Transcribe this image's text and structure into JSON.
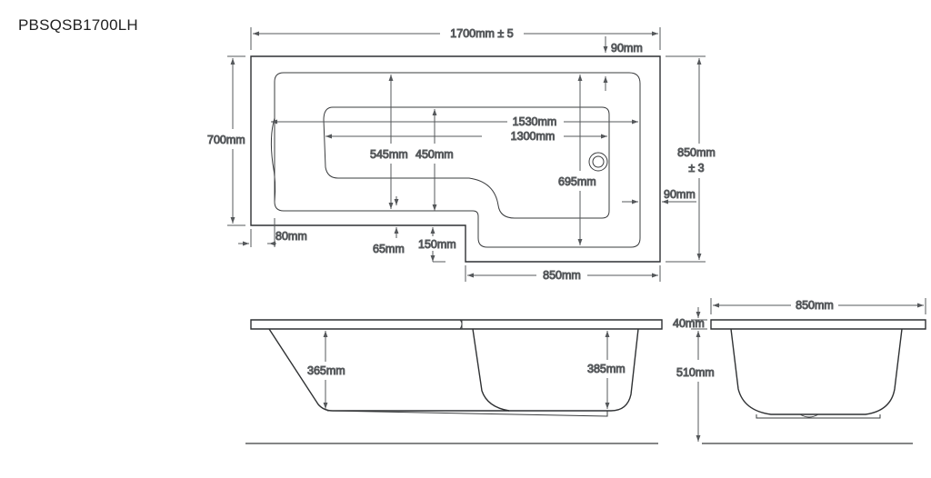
{
  "title": "PBSQSB1700LH",
  "colors": {
    "outline": "#2f3133",
    "dimension": "#55585b",
    "text": "#4a4d50"
  },
  "plan_view": {
    "overall_length": "1700mm ± 5",
    "overall_width_left": "700mm",
    "overall_width_right_line1": "850mm",
    "overall_width_right_line2": "± 3",
    "rim_top_right": "90mm",
    "rim_right": "90mm",
    "inner_length_top": "1530mm",
    "inner_length_floor": "1300mm",
    "bowl_width_left": "545mm",
    "floor_width_left": "450mm",
    "bowl_width_right": "695mm",
    "rim_left": "80mm",
    "rim_bottom": "65mm",
    "step_offset": "150mm",
    "shower_end_width": "850mm"
  },
  "side_view": {
    "depth_left": "365mm",
    "depth_right": "385mm"
  },
  "end_view": {
    "width": "850mm",
    "rim_thickness": "40mm",
    "height": "510mm"
  }
}
